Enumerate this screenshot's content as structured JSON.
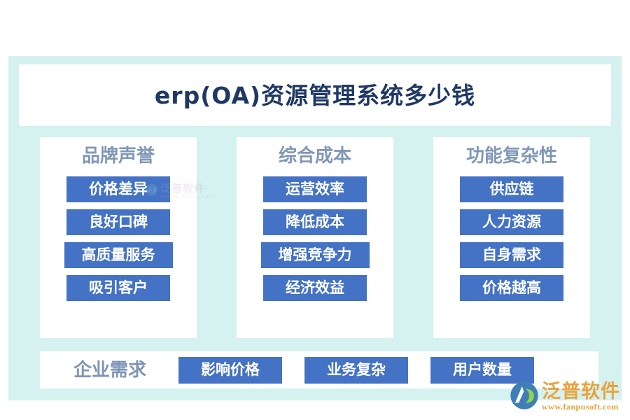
{
  "title": "erp(OA)资源管理系统多少钱",
  "theme": {
    "panel_bg": "#d5f1f0",
    "card_bg": "#ffffff",
    "title_color": "#1f3864",
    "heading_color": "#8097b6",
    "chip_bg": "#4472c4",
    "chip_text": "#ffffff",
    "watermark_color": "#e8a33d"
  },
  "columns": [
    {
      "heading": "品牌声誉",
      "items": [
        "价格差异",
        "良好口碑",
        "高质量服务",
        "吸引客户"
      ]
    },
    {
      "heading": "综合成本",
      "items": [
        "运营效率",
        "降低成本",
        "增强竞争力",
        "经济效益"
      ]
    },
    {
      "heading": "功能复杂性",
      "items": [
        "供应链",
        "人力资源",
        "自身需求",
        "价格越高"
      ]
    }
  ],
  "bottom_bar": {
    "label": "企业需求",
    "items": [
      "影响价格",
      "业务复杂",
      "用户数量"
    ]
  },
  "watermarks": {
    "center": {
      "name": "泛普软件",
      "sub": "FANPU SOFTWARE"
    },
    "corner": {
      "name": "泛普软件",
      "sub": "www.fanpusoft.com"
    }
  }
}
